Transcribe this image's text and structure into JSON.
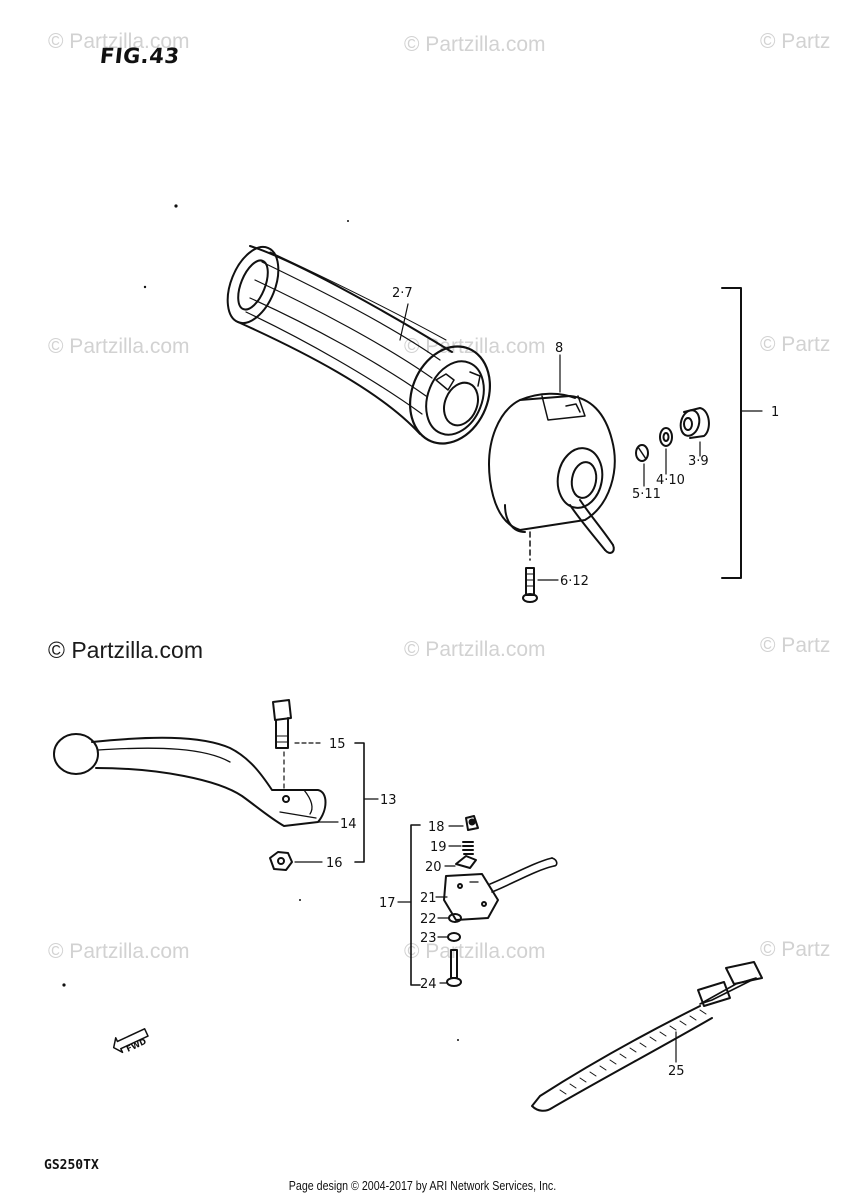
{
  "figure": {
    "title": "FIG.43",
    "model_code": "GS250TX",
    "footer_text": "Page design © 2004-2017 by ARI Network Services, Inc."
  },
  "watermarks": {
    "text": "© Partzilla.com",
    "partial_text": "© Partz",
    "top_left_text": "© Partzilla.com"
  },
  "callouts": {
    "grip": "2·7",
    "switch_housing": "8",
    "assembly": "1",
    "end_part_a": "3·9",
    "end_part_b": "4·10",
    "end_part_c": "5·11",
    "screw": "6·12",
    "lever_bolt": "15",
    "lever_assembly": "13",
    "lever": "14",
    "lever_nut": "16",
    "switch_18": "18",
    "switch_19": "19",
    "switch_20": "20",
    "switch_assembly": "17",
    "switch_21": "21",
    "switch_22": "22",
    "switch_23": "23",
    "switch_24": "24",
    "band": "25"
  },
  "labels": {
    "fwd_marker": "FWD"
  }
}
